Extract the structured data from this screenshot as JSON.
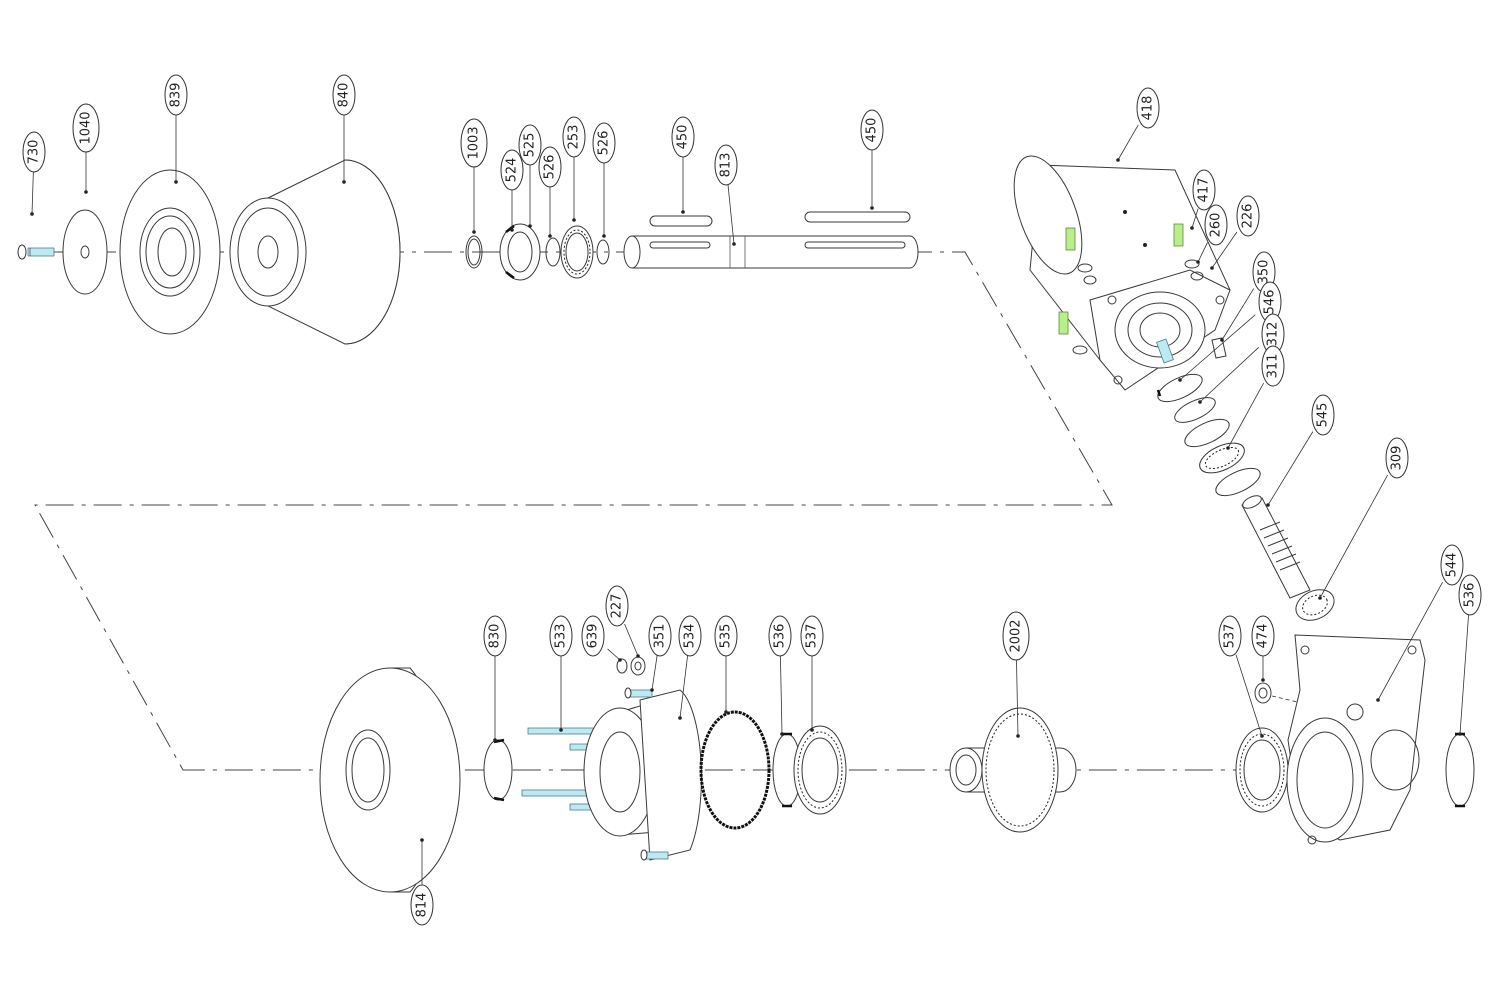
{
  "diagram": {
    "callouts": [
      {
        "id": "p730",
        "label": "730"
      },
      {
        "id": "p1040",
        "label": "1040"
      },
      {
        "id": "p839",
        "label": "839"
      },
      {
        "id": "p840",
        "label": "840"
      },
      {
        "id": "p1003",
        "label": "1003"
      },
      {
        "id": "p524",
        "label": "524"
      },
      {
        "id": "p525",
        "label": "525"
      },
      {
        "id": "p526a",
        "label": "526"
      },
      {
        "id": "p253",
        "label": "253"
      },
      {
        "id": "p526b",
        "label": "526"
      },
      {
        "id": "p450a",
        "label": "450"
      },
      {
        "id": "p813",
        "label": "813"
      },
      {
        "id": "p450b",
        "label": "450"
      },
      {
        "id": "p418",
        "label": "418"
      },
      {
        "id": "p417",
        "label": "417"
      },
      {
        "id": "p260",
        "label": "260"
      },
      {
        "id": "p226",
        "label": "226"
      },
      {
        "id": "p350",
        "label": "350"
      },
      {
        "id": "p546",
        "label": "546"
      },
      {
        "id": "p312",
        "label": "312"
      },
      {
        "id": "p311",
        "label": "311"
      },
      {
        "id": "p545",
        "label": "545"
      },
      {
        "id": "p309",
        "label": "309"
      },
      {
        "id": "p544",
        "label": "544"
      },
      {
        "id": "p536b",
        "label": "536"
      },
      {
        "id": "p537b",
        "label": "537"
      },
      {
        "id": "p474",
        "label": "474"
      },
      {
        "id": "p2002",
        "label": "2002"
      },
      {
        "id": "p537a",
        "label": "537"
      },
      {
        "id": "p536a",
        "label": "536"
      },
      {
        "id": "p535",
        "label": "535"
      },
      {
        "id": "p534",
        "label": "534"
      },
      {
        "id": "p351",
        "label": "351"
      },
      {
        "id": "p227",
        "label": "227"
      },
      {
        "id": "p639",
        "label": "639"
      },
      {
        "id": "p533",
        "label": "533"
      },
      {
        "id": "p830",
        "label": "830"
      },
      {
        "id": "p814",
        "label": "814"
      }
    ],
    "colors": {
      "line": "#3a3a3a",
      "bolt": "#bde9f2",
      "bolt_green": "#b9ef8b",
      "seal": "#111111"
    }
  }
}
